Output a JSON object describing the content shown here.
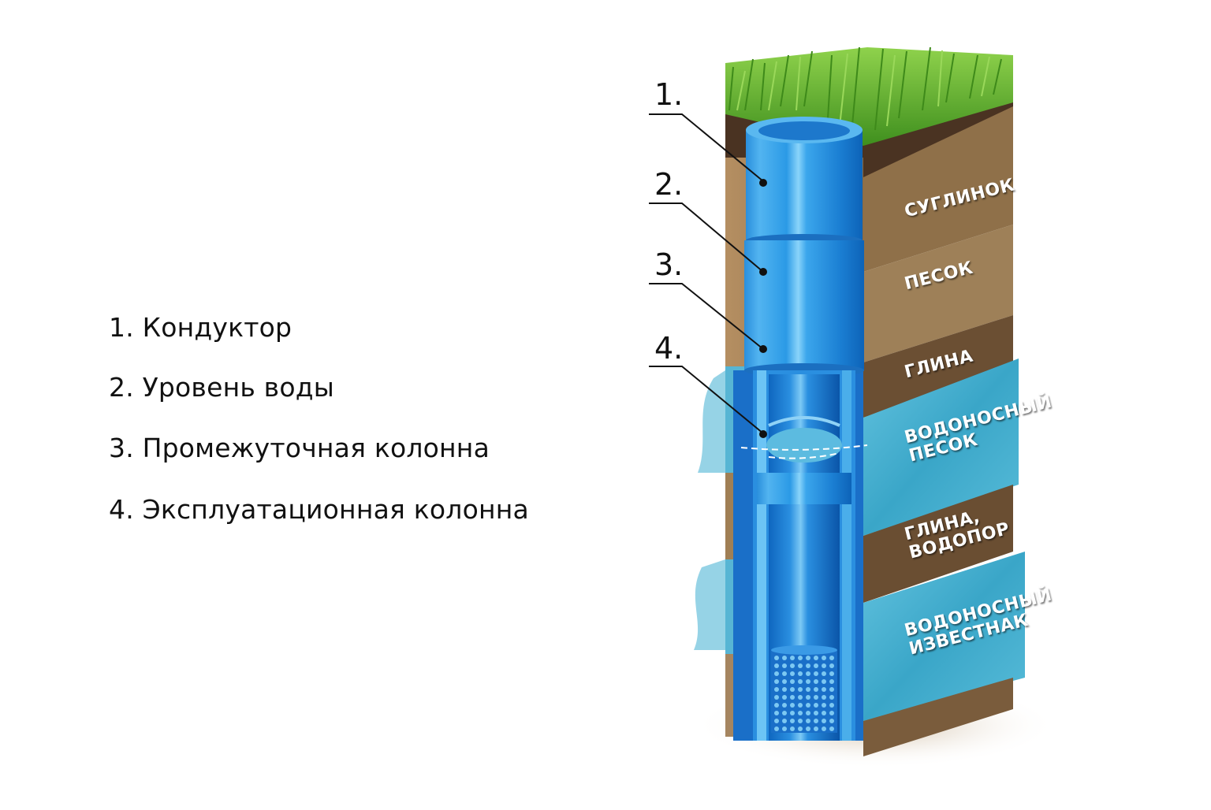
{
  "legend": {
    "items": [
      {
        "num": "1.",
        "label": "Кондуктор",
        "text": "1. Кондуктор"
      },
      {
        "num": "2.",
        "label": "Уровень воды",
        "text": "2. Уровень воды"
      },
      {
        "num": "3.",
        "label": "Промежуточная колонна",
        "text": "3. Промежуточная колонна"
      },
      {
        "num": "4.",
        "label": "Эксплуатационная колонна",
        "text": "4. Эксплуатационная колонна"
      }
    ]
  },
  "callouts": [
    "1.",
    "2.",
    "3.",
    "4."
  ],
  "layers": [
    {
      "id": "loam",
      "lines": [
        "СУГЛИНОК"
      ],
      "type": "soil",
      "color": "#8a6a45"
    },
    {
      "id": "sand",
      "lines": [
        "ПЕСОК"
      ],
      "type": "soil",
      "color": "#9a7a52"
    },
    {
      "id": "clay",
      "lines": [
        "ГЛИНА"
      ],
      "type": "soil",
      "color": "#6e5235"
    },
    {
      "id": "aquifer-sand",
      "lines": [
        "ВОДОНОСНЫЙ",
        "ПЕСОК"
      ],
      "type": "water",
      "color": "#3fa9c9"
    },
    {
      "id": "clay-aquitard",
      "lines": [
        "ГЛИНА,",
        "ВОДОПОР"
      ],
      "type": "soil",
      "color": "#6a4e32"
    },
    {
      "id": "aquifer-limestone",
      "lines": [
        "ВОДОНОСНЫЙ",
        "ИЗВЕСТНАК"
      ],
      "type": "water",
      "color": "#3fa9c9"
    }
  ],
  "colors": {
    "pipe": "#1f8fe0",
    "pipe_light": "#6cc4f5",
    "pipe_dark": "#0a5cb0",
    "grass": "#5fae2c",
    "topsoil": "#4a3322",
    "water": "#4ab3d4"
  }
}
